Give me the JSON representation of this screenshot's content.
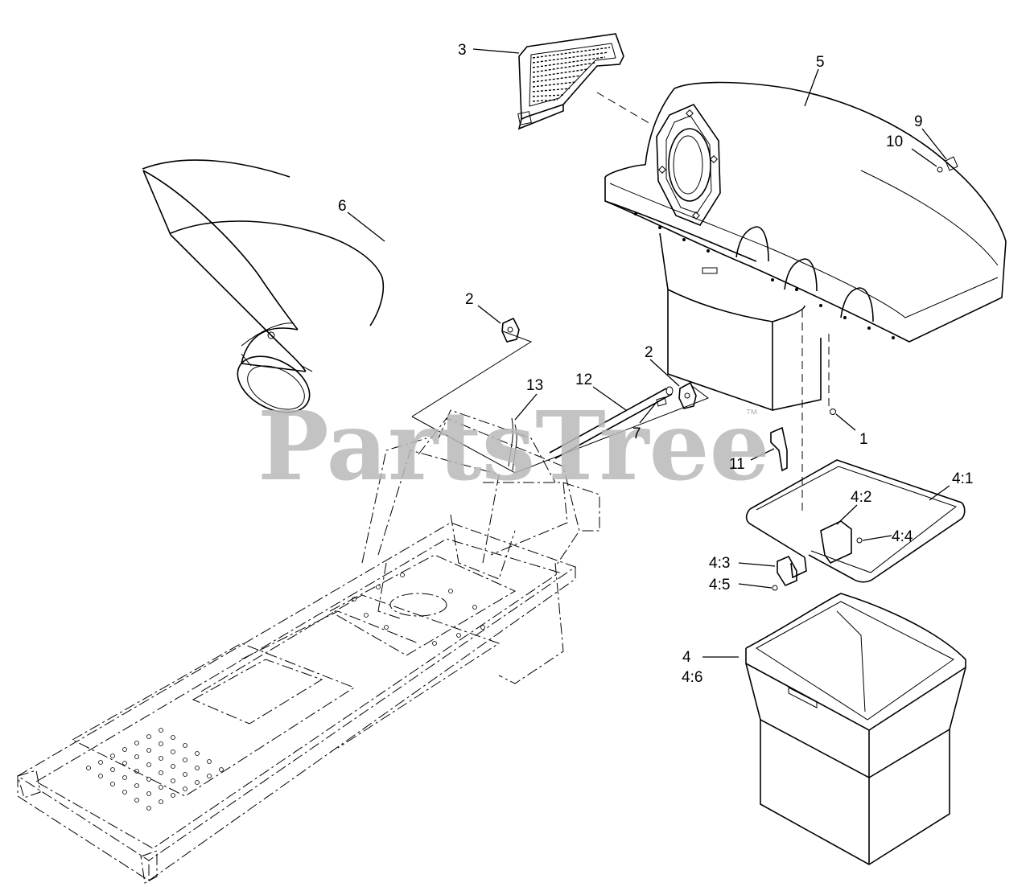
{
  "watermark": {
    "text": "PartsTree",
    "trademark": "™"
  },
  "callouts": {
    "c1": "1",
    "c2a": "2",
    "c2b": "2",
    "c3": "3",
    "c4": "4",
    "c4_6": "4:6",
    "c4_1": "4:1",
    "c4_2": "4:2",
    "c4_3": "4:3",
    "c4_4": "4:4",
    "c4_5": "4:5",
    "c5": "5",
    "c6": "6",
    "c7": "7",
    "c9": "9",
    "c10": "10",
    "c11": "11",
    "c12": "12",
    "c13": "13"
  },
  "colors": {
    "line": "#000000",
    "watermark": "#b9b9b9",
    "background": "#ffffff"
  }
}
